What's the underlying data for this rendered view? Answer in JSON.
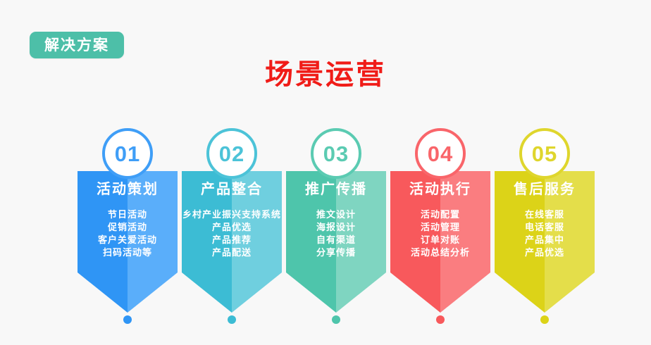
{
  "background_color": "#f8f8f8",
  "badge": {
    "label": "解决方案",
    "color": "#4dbfa8",
    "text_color": "#ffffff"
  },
  "title": {
    "text": "场景运营",
    "color": "#f01c18"
  },
  "columns": [
    {
      "number": "01",
      "heading": "活动策划",
      "color_dark": "#2f95f5",
      "color_light": "#5aaefa",
      "color_ring": "#3f9ef7",
      "number_color": "#3f9ef7",
      "dot_color": "#2f95f5",
      "items": [
        "节日活动",
        "促销活动",
        "客户关爱活动",
        "扫码活动等"
      ]
    },
    {
      "number": "02",
      "heading": "产品整合",
      "color_dark": "#3cbcd4",
      "color_light": "#6fcfdf",
      "color_ring": "#4cc3d8",
      "number_color": "#4cc3d8",
      "dot_color": "#3cbcd4",
      "items": [
        "乡村产业振兴支持系统",
        "产品优选",
        "产品推荐",
        "产品配送"
      ]
    },
    {
      "number": "03",
      "heading": "推广传播",
      "color_dark": "#4ec5ab",
      "color_light": "#7fd5c1",
      "color_ring": "#5bcbb2",
      "number_color": "#5bcbb2",
      "dot_color": "#4ec5ab",
      "items": [
        "推文设计",
        "海报设计",
        "自有渠道",
        "分享传播"
      ]
    },
    {
      "number": "04",
      "heading": "活动执行",
      "color_dark": "#f8595c",
      "color_light": "#fa7d80",
      "color_ring": "#f9656a",
      "number_color": "#f9656a",
      "dot_color": "#f8595c",
      "items": [
        "活动配置",
        "活动管理",
        "订单对账",
        "活动总结分析"
      ]
    },
    {
      "number": "05",
      "heading": "售后服务",
      "color_dark": "#dcd318",
      "color_light": "#e4de4a",
      "color_ring": "#dfd62d",
      "number_color": "#dfd62d",
      "dot_color": "#dcd318",
      "items": [
        "在线客服",
        "电话客服",
        "产品集中",
        "产品优选"
      ]
    }
  ]
}
